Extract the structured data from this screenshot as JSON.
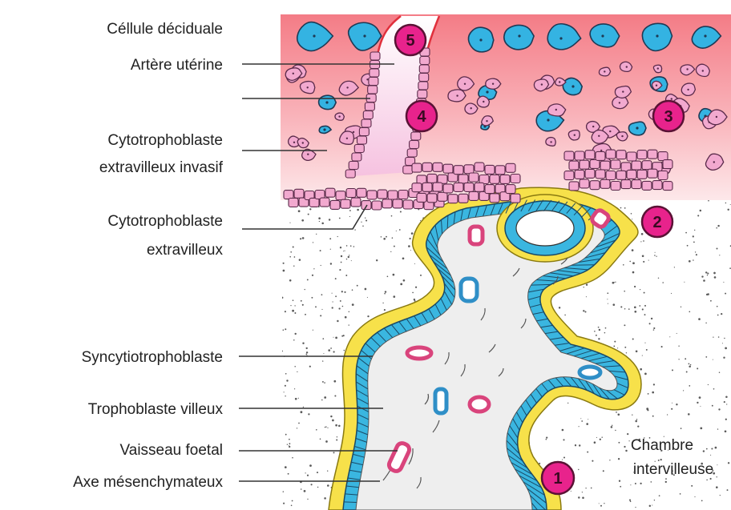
{
  "labels": {
    "decidual_cell": "Céllule déciduale",
    "uterine_artery": "Artère utérine",
    "invasive_line1": "Cytotrophoblaste",
    "invasive_line2": "extravilleux invasif",
    "extravillous_line1": "Cytotrophoblaste",
    "extravillous_line2": "extravilleux",
    "syncytio": "Syncytiotrophoblaste",
    "villous": "Trophoblaste villeux",
    "fetal_vessel": "Vaisseau foetal",
    "mesenchymal_axis": "Axe mésenchymateux",
    "chamber_line1": "Chambre",
    "chamber_line2": "intervilleuse"
  },
  "markers": [
    "1",
    "2",
    "3",
    "4",
    "5"
  ],
  "colors": {
    "decidua_top": "#f47c86",
    "decidua_bottom": "#fde4e6",
    "decidual_cell": "#34b3e2",
    "cytotrophoblast": "#f2a9cf",
    "cell_outline": "#5a2a4a",
    "syncytio": "#f7e14a",
    "villous_trophoblast": "#3ab6e0",
    "villus_core": "#f0f0f0",
    "fetal_vessel": "#d9447c",
    "marker": "#e8238c"
  }
}
